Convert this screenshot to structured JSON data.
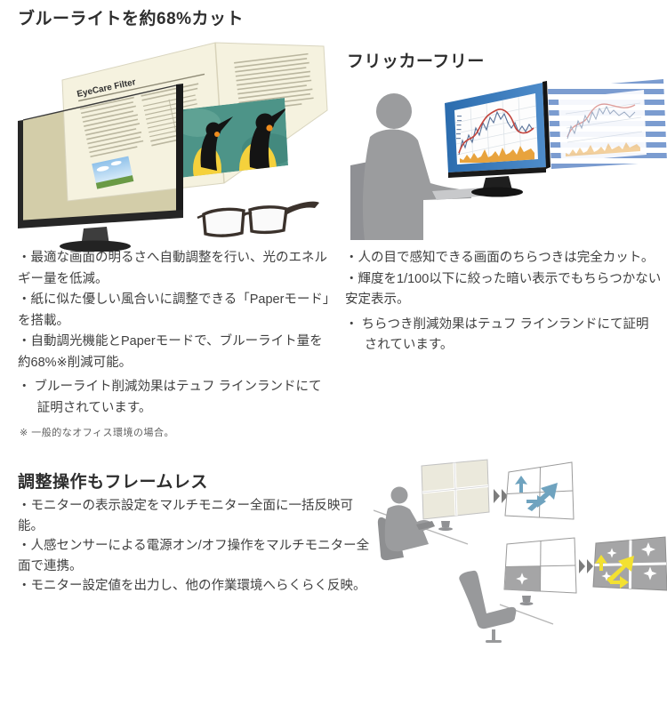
{
  "colors": {
    "heading_text": "#2e2e2e",
    "body_text": "#3f3f3f",
    "note_text": "#5f5f5f",
    "screen_khaki": "#d3cda9",
    "paper_cream": "#f5f2df",
    "monitor_blue": "#3a78bf",
    "silhouette_gray": "#9b9c9e",
    "arrow_blue": "#6fa3bf",
    "arrow_yellow": "#f3e131",
    "chart_red": "#c2443c",
    "chart_orange": "#e8a33d",
    "grid_beige": "#ebe9dc",
    "grid_gray": "#a5a5a6"
  },
  "sections": {
    "bluelight": {
      "title": "ブルーライトを約68%カット",
      "bullets": [
        "・最適な画面の明るさへ自動調整を行い、光のエネルギー量を低減。",
        "・紙に似た優しい風合いに調整できる「Paperモード」を搭載。",
        "・自動調光機能とPaperモードで、ブルーライト量を約68%※削減可能。",
        "・ ブルーライト削減効果はテュフ ラインランドにて証明されています。"
      ],
      "note": "※ 一般的なオフィス環境の場合。",
      "illustration": {
        "magazine_headline": "EyeCare Filter"
      }
    },
    "flicker": {
      "title": "フリッカーフリー",
      "bullets": [
        "・人の目で感知できる画面のちらつきは完全カット。",
        "・輝度を1/100以下に絞った暗い表示でもちらつかない安定表示。",
        "・ ちらつき削減効果はテュフ ラインランドにて証明されています。"
      ]
    },
    "frameless": {
      "title": "調整操作もフレームレス",
      "bullets": [
        "・モニターの表示設定をマルチモニター全面に一括反映可能。",
        "・人感センサーによる電源オン/オフ操作をマルチモニター全面で連携。",
        "・モニター設定値を出力し、他の作業環境へらくらく反映。"
      ]
    }
  }
}
